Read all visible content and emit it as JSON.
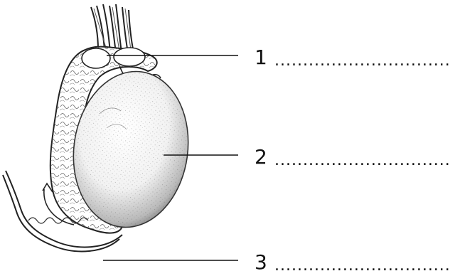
{
  "labels": [
    {
      "number": "1",
      "blank": "..............................."
    },
    {
      "number": "2",
      "blank": "..............................."
    },
    {
      "number": "3",
      "blank": "..............................."
    }
  ]
}
